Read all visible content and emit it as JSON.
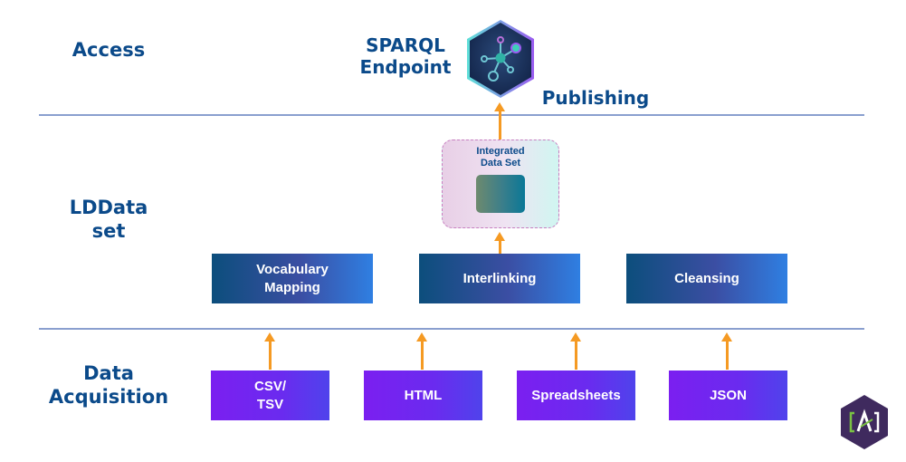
{
  "layers": {
    "access": "Access",
    "lddataset_line1": "LDData",
    "lddataset_line2": "set",
    "acquisition_line1": "Data",
    "acquisition_line2": "Acquisition"
  },
  "access_section": {
    "endpoint_line1": "SPARQL",
    "endpoint_line2": "Endpoint",
    "publishing": "Publishing",
    "endpoint_icon": "network-graph-hexagon-icon"
  },
  "integrated_dataset": {
    "title_line1": "Integrated",
    "title_line2": "Data Set"
  },
  "processing": [
    {
      "line1": "Vocabulary",
      "line2": "Mapping"
    },
    {
      "line1": "Interlinking",
      "line2": ""
    },
    {
      "line1": "Cleansing",
      "line2": ""
    }
  ],
  "sources": [
    {
      "line1": "CSV/",
      "line2": "TSV"
    },
    {
      "line1": "HTML",
      "line2": ""
    },
    {
      "line1": "Spreadsheets",
      "line2": ""
    },
    {
      "line1": "JSON",
      "line2": ""
    }
  ],
  "colors": {
    "label_blue": "#0b4a8a",
    "divider": "#8a9fcf",
    "arrow": "#f59a23",
    "logo_bg": "#3f2a5e",
    "logo_green": "#7ac143"
  },
  "logo": {
    "icon": "brand-logo-hexagon-icon"
  }
}
